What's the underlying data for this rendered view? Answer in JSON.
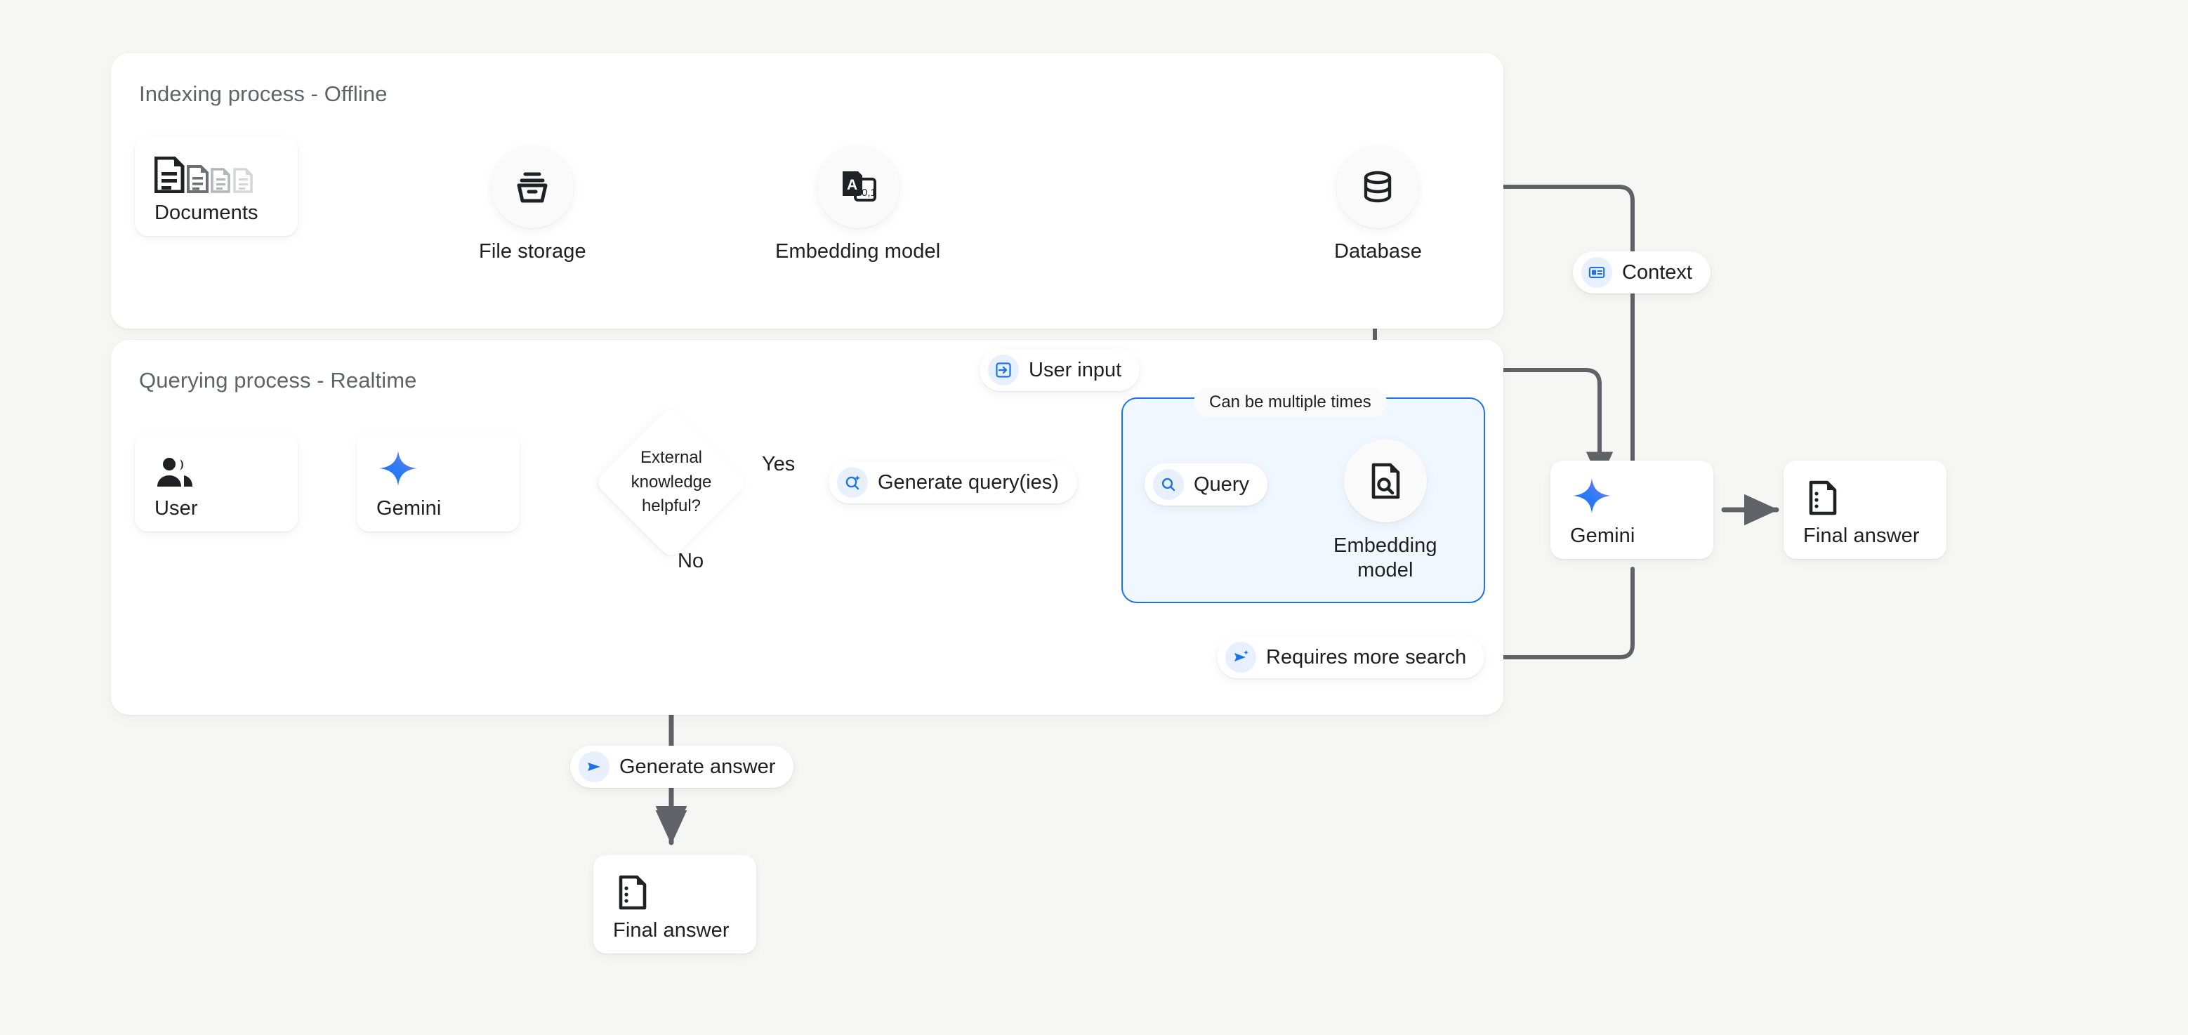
{
  "canvas": {
    "background": "#f6f6f4",
    "accent_blue": "#1a73e8",
    "edge_gray": "#5f6368"
  },
  "panels": [
    {
      "id": "indexing",
      "title": "Indexing process - Offline"
    },
    {
      "id": "querying",
      "title": "Querying process - Realtime"
    }
  ],
  "indexing": {
    "documents": {
      "label": "Documents",
      "icon": "documents-icon"
    },
    "file_storage": {
      "label": "File storage",
      "icon": "archive-box-icon"
    },
    "embedding_model": {
      "label": "Embedding model",
      "icon": "translate-embed-icon"
    },
    "database": {
      "label": "Database",
      "icon": "database-cylinder-icon"
    }
  },
  "querying": {
    "user": {
      "label": "User",
      "icon": "people-icon"
    },
    "gemini_left": {
      "label": "Gemini",
      "icon": "gemini-sparkle-icon"
    },
    "decision": {
      "label": "External\nknowledge\nhelpful?"
    },
    "yes_label": "Yes",
    "no_label": "No",
    "generate_queries": {
      "label": "Generate query(ies)",
      "icon": "search-sparkle-icon"
    },
    "user_input": {
      "label": "User input",
      "icon": "login-arrow-icon"
    },
    "loop_note": "Can be multiple times",
    "query": {
      "label": "Query",
      "icon": "search-icon"
    },
    "embedding_model": {
      "label": "Embedding\nmodel",
      "icon": "document-search-icon"
    },
    "requires_more_search": {
      "label": "Requires more search",
      "icon": "send-sparkle-icon"
    },
    "generate_answer": {
      "label": "Generate answer",
      "icon": "send-icon"
    },
    "final_answer_bottom": {
      "label": "Final answer",
      "icon": "answer-document-icon"
    }
  },
  "output": {
    "context": {
      "label": "Context",
      "icon": "article-card-icon"
    },
    "gemini_right": {
      "label": "Gemini",
      "icon": "gemini-sparkle-icon"
    },
    "final_answer": {
      "label": "Final answer",
      "icon": "answer-document-icon"
    }
  }
}
